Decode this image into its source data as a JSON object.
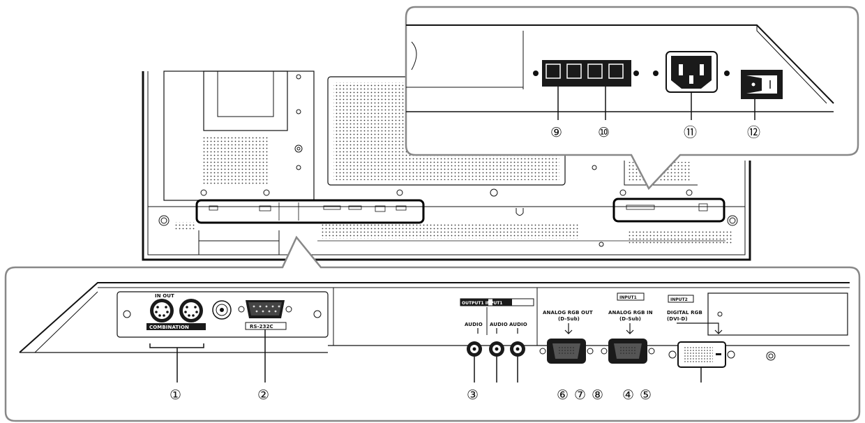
{
  "labels": {
    "combination_in_out": "IN OUT",
    "combination": "COMBINATION",
    "rs232c": "RS-232C",
    "output1_input1": "OUTPUT1 INPUT1",
    "audio": "AUDIO",
    "analog_rgb_out": "ANALOG RGB OUT",
    "analog_rgb_out_sub": "(D-Sub)",
    "input1": "INPUT1",
    "analog_rgb_in": "ANALOG RGB IN",
    "analog_rgb_in_sub": "(D-Sub)",
    "input2": "INPUT2",
    "digital_rgb": "DIGITAL RGB",
    "digital_rgb_sub": "(DVI-D)"
  },
  "callouts": [
    "①",
    "②",
    "③",
    "④",
    "⑤",
    "⑥",
    "⑦",
    "⑧",
    "⑨",
    "⑩",
    "⑪",
    "⑫"
  ]
}
